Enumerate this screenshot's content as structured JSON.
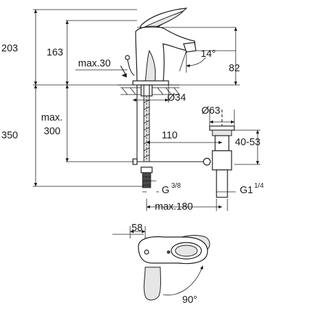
{
  "dimensions": {
    "d203": "203",
    "d163": "163",
    "d350": "350",
    "max_label": "max.",
    "d300": "300",
    "max30": "max.30",
    "angle14": "14°",
    "d82": "82",
    "dia34": "Ø34",
    "d110": "110",
    "dia63": "Ø63",
    "range4053": "40-53",
    "thread_g": "G",
    "thread_g_frac": "3/8",
    "thread_g1": "G1",
    "thread_g1_frac": "1/4",
    "max180": "max.180",
    "d58": "58",
    "angle90": "90°"
  }
}
